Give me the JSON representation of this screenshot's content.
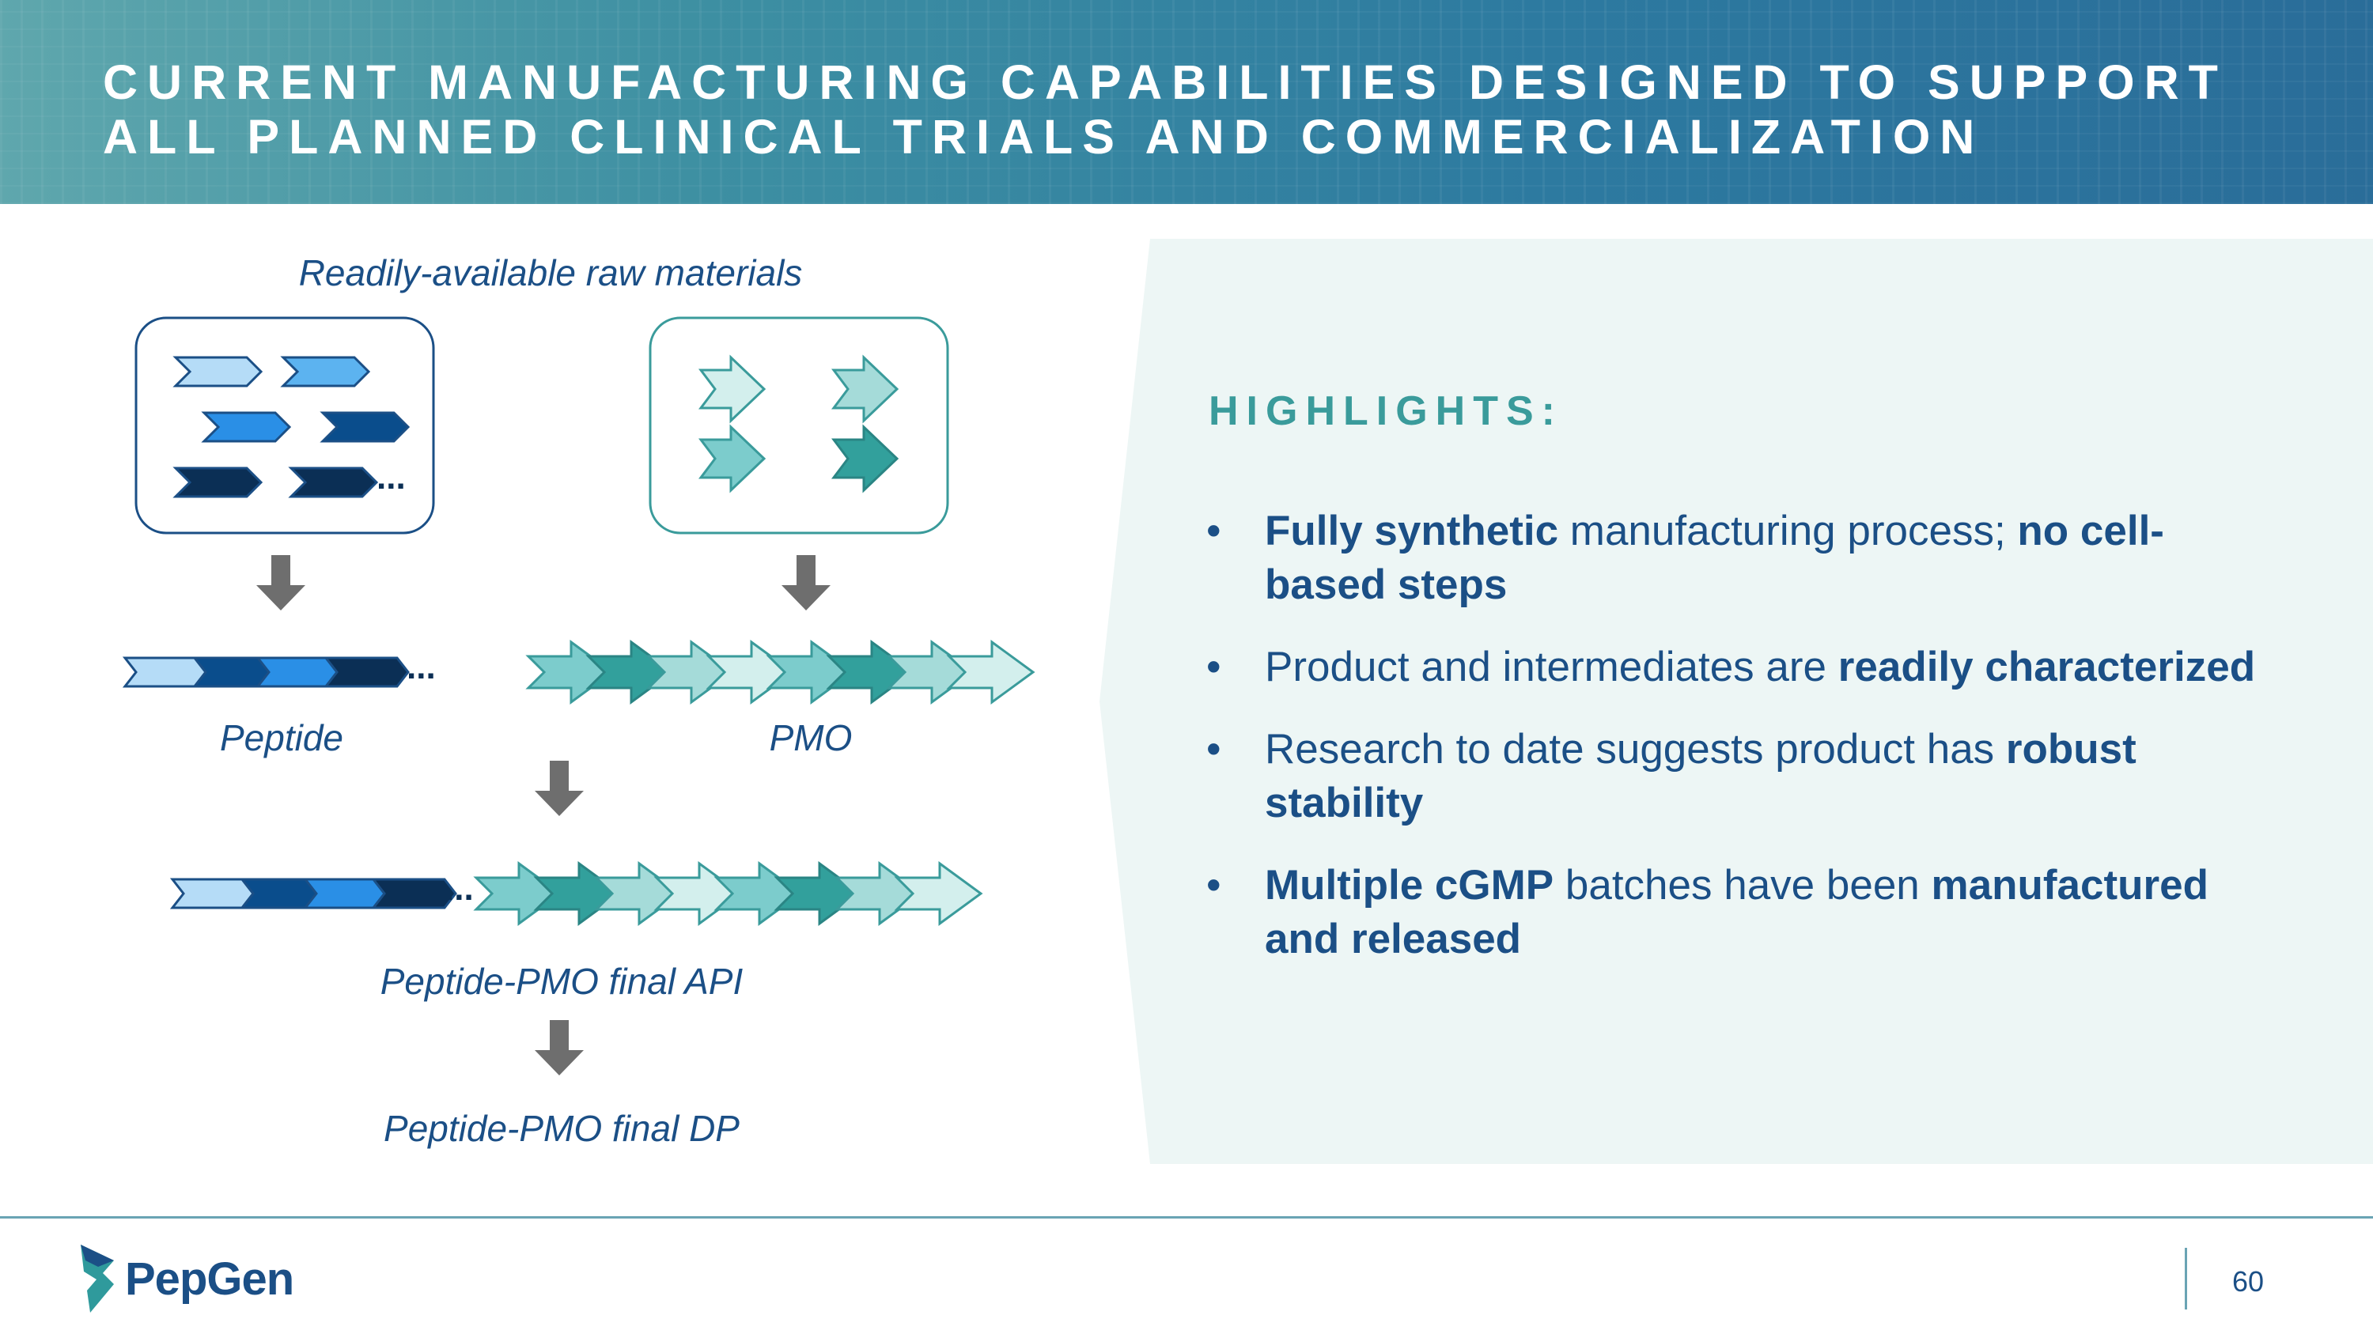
{
  "header": {
    "title_line1": "CURRENT MANUFACTURING CAPABILITIES DESIGNED TO SUPPORT",
    "title_line2": "ALL PLANNED CLINICAL TRIALS AND COMMERCIALIZATION"
  },
  "diagram": {
    "raw_materials_label": "Readily-available raw materials",
    "peptide_label": "Peptide",
    "pmo_label": "PMO",
    "api_label": "Peptide-PMO final API",
    "dp_label": "Peptide-PMO final DP",
    "ellipsis": "..."
  },
  "highlights": {
    "heading": "HIGHLIGHTS:",
    "bullet_symbol": "•",
    "items": [
      {
        "b1": "Fully synthetic",
        "t1": " manufacturing process; ",
        "b2": "no cell-based steps",
        "t2": ""
      },
      {
        "b1": "",
        "t1": "Product and intermediates are ",
        "b2": "readily characterized",
        "t2": ""
      },
      {
        "b1": "",
        "t1": "Research to date suggests product has ",
        "b2": "robust stability",
        "t2": ""
      },
      {
        "b1": "Multiple cGMP",
        "t1": " batches have been ",
        "b2": "manufactured and released",
        "t2": ""
      }
    ]
  },
  "footer": {
    "logo_text": "PepGen",
    "page_number": "60"
  },
  "colors": {
    "navy": "#1b4f86",
    "teal": "#3a9b9b",
    "light_blue": "#b5dcf7",
    "sky_blue": "#5cb3f0",
    "bright_blue": "#2a8fe6",
    "dark_blue": "#0a4d8c",
    "deep_navy": "#0b2f55",
    "teal_light": "#d3efed",
    "teal_pale": "#a5dbd9",
    "teal_mid": "#7ccccc",
    "teal_dark": "#32a09c"
  }
}
